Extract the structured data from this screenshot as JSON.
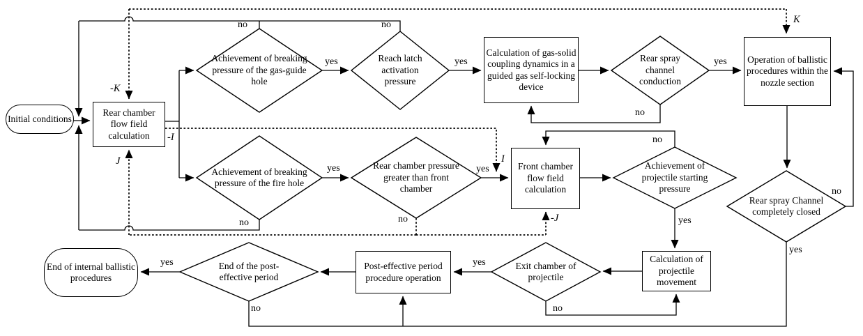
{
  "diagram": {
    "background_color": "#ffffff",
    "line_color": "#000000",
    "nodes": {
      "initial": "Initial conditions",
      "rear_chamber": "Rear chamber flow field calculation",
      "gas_guide": "Achievement of breaking pressure of the gas-guide hole",
      "latch": "Reach latch activation pressure",
      "coupling": "Calculation of gas-solid coupling dynamics in a guided gas self-locking device",
      "conduction": "Rear spray channel conduction",
      "nozzle": "Operation of ballistic procedures within the nozzle section",
      "fire_hole": "Achievement of breaking pressure of the fire hole",
      "pressure_greater": "Rear chamber pressure greater than front chamber",
      "front_chamber": "Front chamber flow field calculation",
      "starting_pressure": "Achievement of projectile starting pressure",
      "channel_closed": "Rear spray Channel completely closed",
      "end_internal": "End of internal ballistic procedures",
      "end_post": "End of the post-effective period",
      "post_op": "Post-effective period procedure operation",
      "exit_chamber": "Exit chamber of projectile",
      "movement": "Calculation of projectile movement"
    },
    "branch": {
      "yes": "yes",
      "no": "no"
    },
    "symbols": {
      "k": "K",
      "neg_k": "-K",
      "i": "I",
      "neg_i": "-I",
      "j": "J",
      "neg_j": "-J"
    }
  }
}
